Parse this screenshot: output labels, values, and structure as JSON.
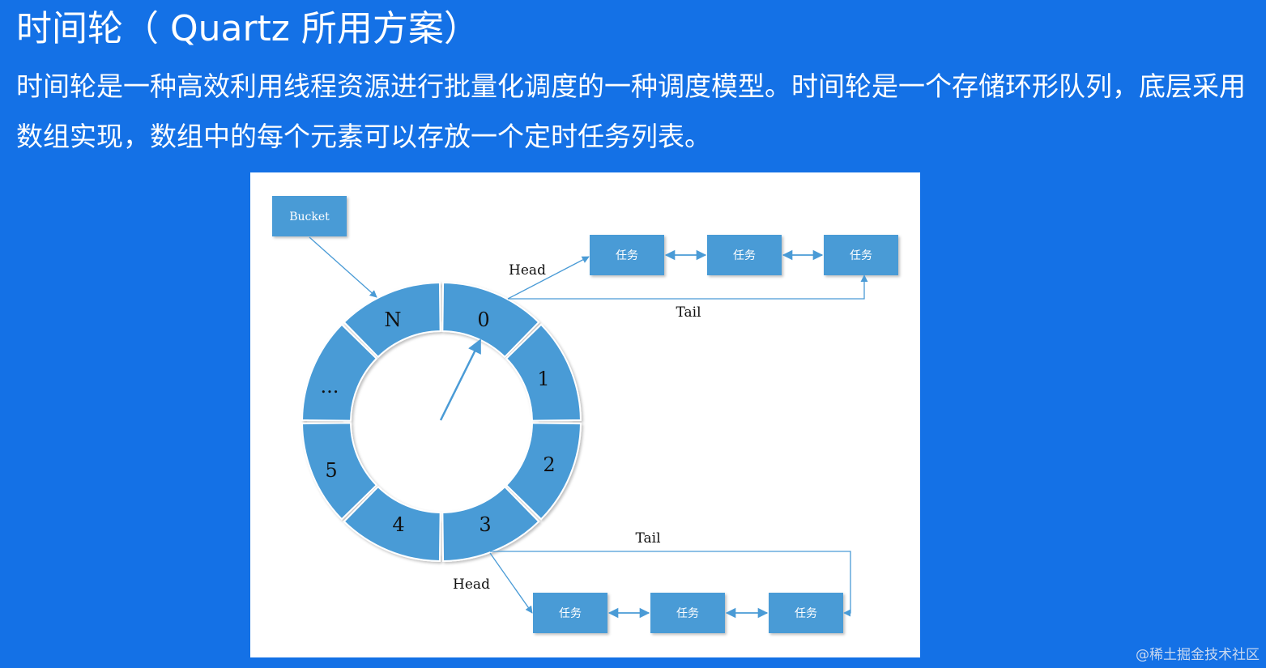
{
  "header": {
    "title": "时间轮（ Quartz 所用方案）",
    "description": "时间轮是一种高效利用线程资源进行批量化调度的一种调度模型。时间轮是一个存储环形队列，底层采用数组实现，数组中的每个元素可以存放一个定时任务列表。"
  },
  "diagram": {
    "bucket_label": "Bucket",
    "slots": [
      "0",
      "1",
      "2",
      "3",
      "4",
      "5",
      "...",
      "N"
    ],
    "top_list": {
      "head_label": "Head",
      "tail_label": "Tail",
      "tasks": [
        "任务",
        "任务",
        "任务"
      ]
    },
    "bottom_list": {
      "head_label": "Head",
      "tail_label": "Tail",
      "tasks": [
        "任务",
        "任务",
        "任务"
      ]
    },
    "colors": {
      "slot_fill": "#4a9bd6",
      "task_fill": "#4a9bd6",
      "arrow": "#4a9bd6",
      "background": "#1471e6"
    }
  },
  "footer": {
    "watermark": "@稀土掘金技术社区"
  }
}
